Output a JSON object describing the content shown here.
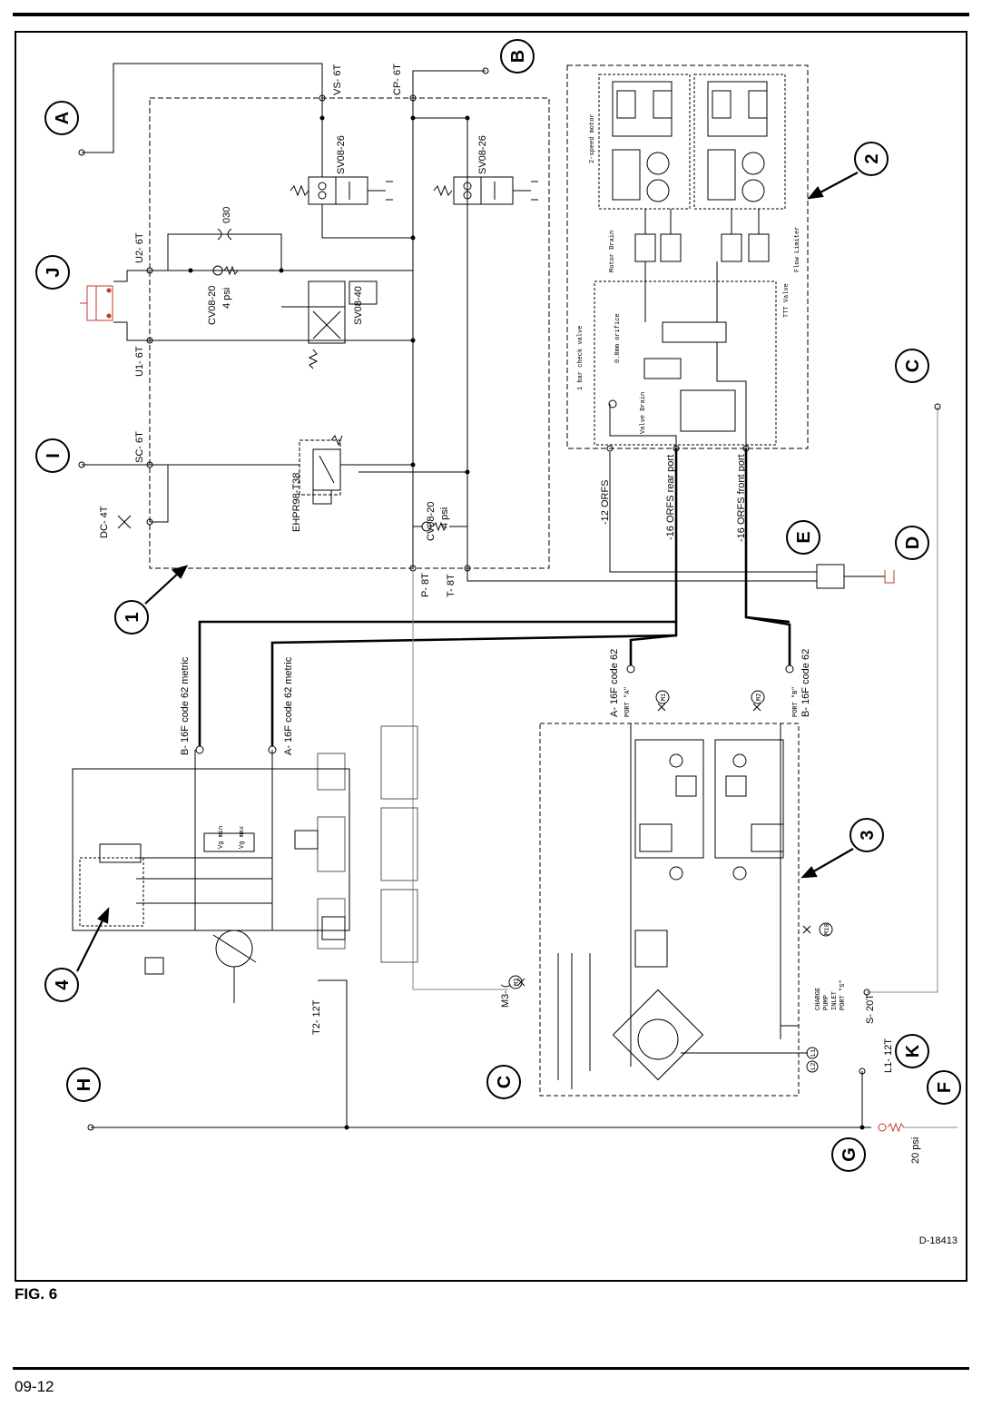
{
  "figure": {
    "label": "FIG. 6",
    "drawing_number": "D-18413",
    "page_number": "09-12"
  },
  "callouts": {
    "A": "A",
    "B": "B",
    "C": "C",
    "D": "D",
    "E": "E",
    "F": "F",
    "G": "G",
    "H": "H",
    "I": "I",
    "J": "J",
    "K": "K",
    "n1": "1",
    "n2": "2",
    "n3": "3",
    "n4": "4"
  },
  "ports": {
    "vs": "VS- 6T",
    "cp": "CP- 6T",
    "u2": "U2- 6T",
    "u1": "U1- 6T",
    "sc": "SC- 6T",
    "dc": "DC- 4T",
    "p": "P- 8T",
    "t": "T- 8T",
    "t2": "T2- 12T",
    "m3": "M3- (",
    "s20": "S- 20T",
    "l1": "L1- 12T"
  },
  "components": {
    "sv08_26_a": "SV08-26",
    "sv08_26_b": "SV08-26",
    "orifice": "030",
    "cv08_20_a": "CV08-20",
    "cv08_20_a_psi": "4 psi",
    "sv08_40": "SV08-40",
    "ehpr": "EHPR98-T38",
    "cv08_20_b": "CV08-20",
    "cv08_20_b_psi": "4 psi",
    "relief_psi": "20 psi"
  },
  "hoses": {
    "orfs12": "-12 ORFS",
    "orfs16_rear": "-16 ORFS rear port",
    "orfs16_front": "-16 ORFS front port",
    "b_metric": "B- 16F code 62 metric",
    "a_metric": "A- 16F code 62 metric",
    "a_code62": "A- 16F code 62",
    "port_a": "PORT \"A\"",
    "b_code62": "B- 16F code 62",
    "port_b": "PORT \"B\""
  },
  "motor_block": {
    "two_speed": "2-speed motor",
    "motor_drain": "Motor Drain",
    "flow_limiter": "Flow Limiter",
    "ttt_valve": "TTT Valve",
    "one_bar_check": "1 bar check valve",
    "orifice_08": "0.8mm orifice",
    "valve_drain": "Valve Drain"
  },
  "pump_block": {
    "charge": "CHARGE",
    "pump": "PUMP",
    "inlet": "INLET",
    "port_s": "PORT \"S\"",
    "m1": "M1",
    "m2": "M2",
    "m10": "M10",
    "m3": "M3",
    "l1": "L1",
    "l2": "L2"
  },
  "piston_pump": {
    "vg_min": "Vg min",
    "vg_max": "Vg max"
  }
}
